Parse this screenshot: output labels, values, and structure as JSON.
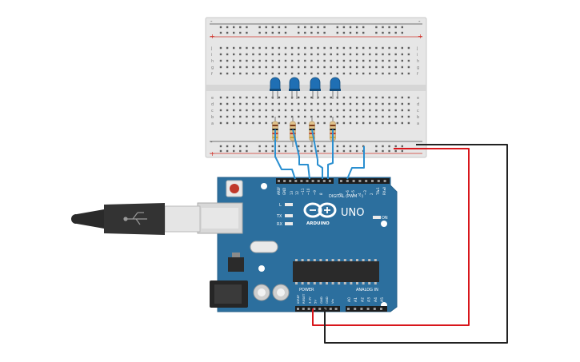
{
  "arduino": {
    "logo_text": "ARDUINO",
    "model": "UNO",
    "digital_label": "DIGITAL (PWM ~)",
    "power_label": "POWER",
    "analog_label": "ANALOG IN",
    "on_label": "ON",
    "l_label": "L",
    "tx_label": "TX",
    "rx_label": "RX",
    "aref_label": "AREF",
    "gnd_label": "GND",
    "digital_pins": [
      "13",
      "12",
      "~11",
      "~10",
      "~9",
      "8",
      "7",
      "~6",
      "~5",
      "4",
      "~3",
      "2",
      "TX▸1",
      "RX◂0"
    ],
    "power_pins": [
      "IOREF",
      "RESET",
      "3.3V",
      "5V",
      "GND",
      "GND",
      "Vin"
    ],
    "analog_pins": [
      "A0",
      "A1",
      "A2",
      "A3",
      "A4",
      "A5"
    ]
  },
  "breadboard": {
    "row_letters_top": [
      "j",
      "i",
      "h",
      "g",
      "f"
    ],
    "row_letters_bottom": [
      "e",
      "d",
      "c",
      "b",
      "a"
    ],
    "plus_label": "+",
    "minus_label": "-"
  },
  "components": {
    "led_count": 4,
    "led_color": "#1f6fb4",
    "resistor_count": 4
  },
  "colors": {
    "board": "#2b6e9c",
    "board_dark": "#1f5a85",
    "wire_blue": "#2a8fd0",
    "wire_red": "#d8161b",
    "wire_black": "#222222",
    "rail_red": "#d0342c",
    "breadboard": "#e8e8e8"
  }
}
